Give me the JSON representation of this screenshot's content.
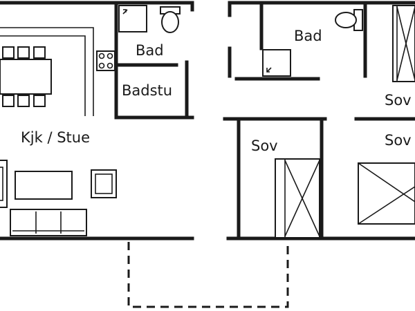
{
  "rooms": {
    "living": "Kjk / Stue",
    "bath_left": "Bad",
    "sauna": "Badstu",
    "bath_right": "Bad",
    "bedroom_top_right": "Sov",
    "bedroom_middle": "Sov",
    "bedroom_right": "Sov"
  },
  "colors": {
    "ink": "#1a1a1a",
    "background": "#ffffff"
  }
}
